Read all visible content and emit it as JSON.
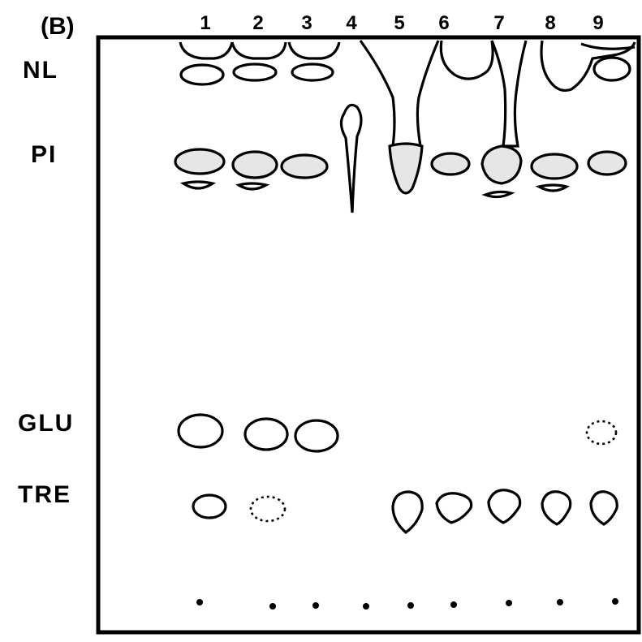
{
  "panel_label": "(B)",
  "lanes": [
    "1",
    "2",
    "3",
    "4",
    "5",
    "6",
    "7",
    "8",
    "9"
  ],
  "rows": {
    "nl": "NL",
    "pi": "PI",
    "glu": "GLU",
    "tre": "TRE"
  }
}
